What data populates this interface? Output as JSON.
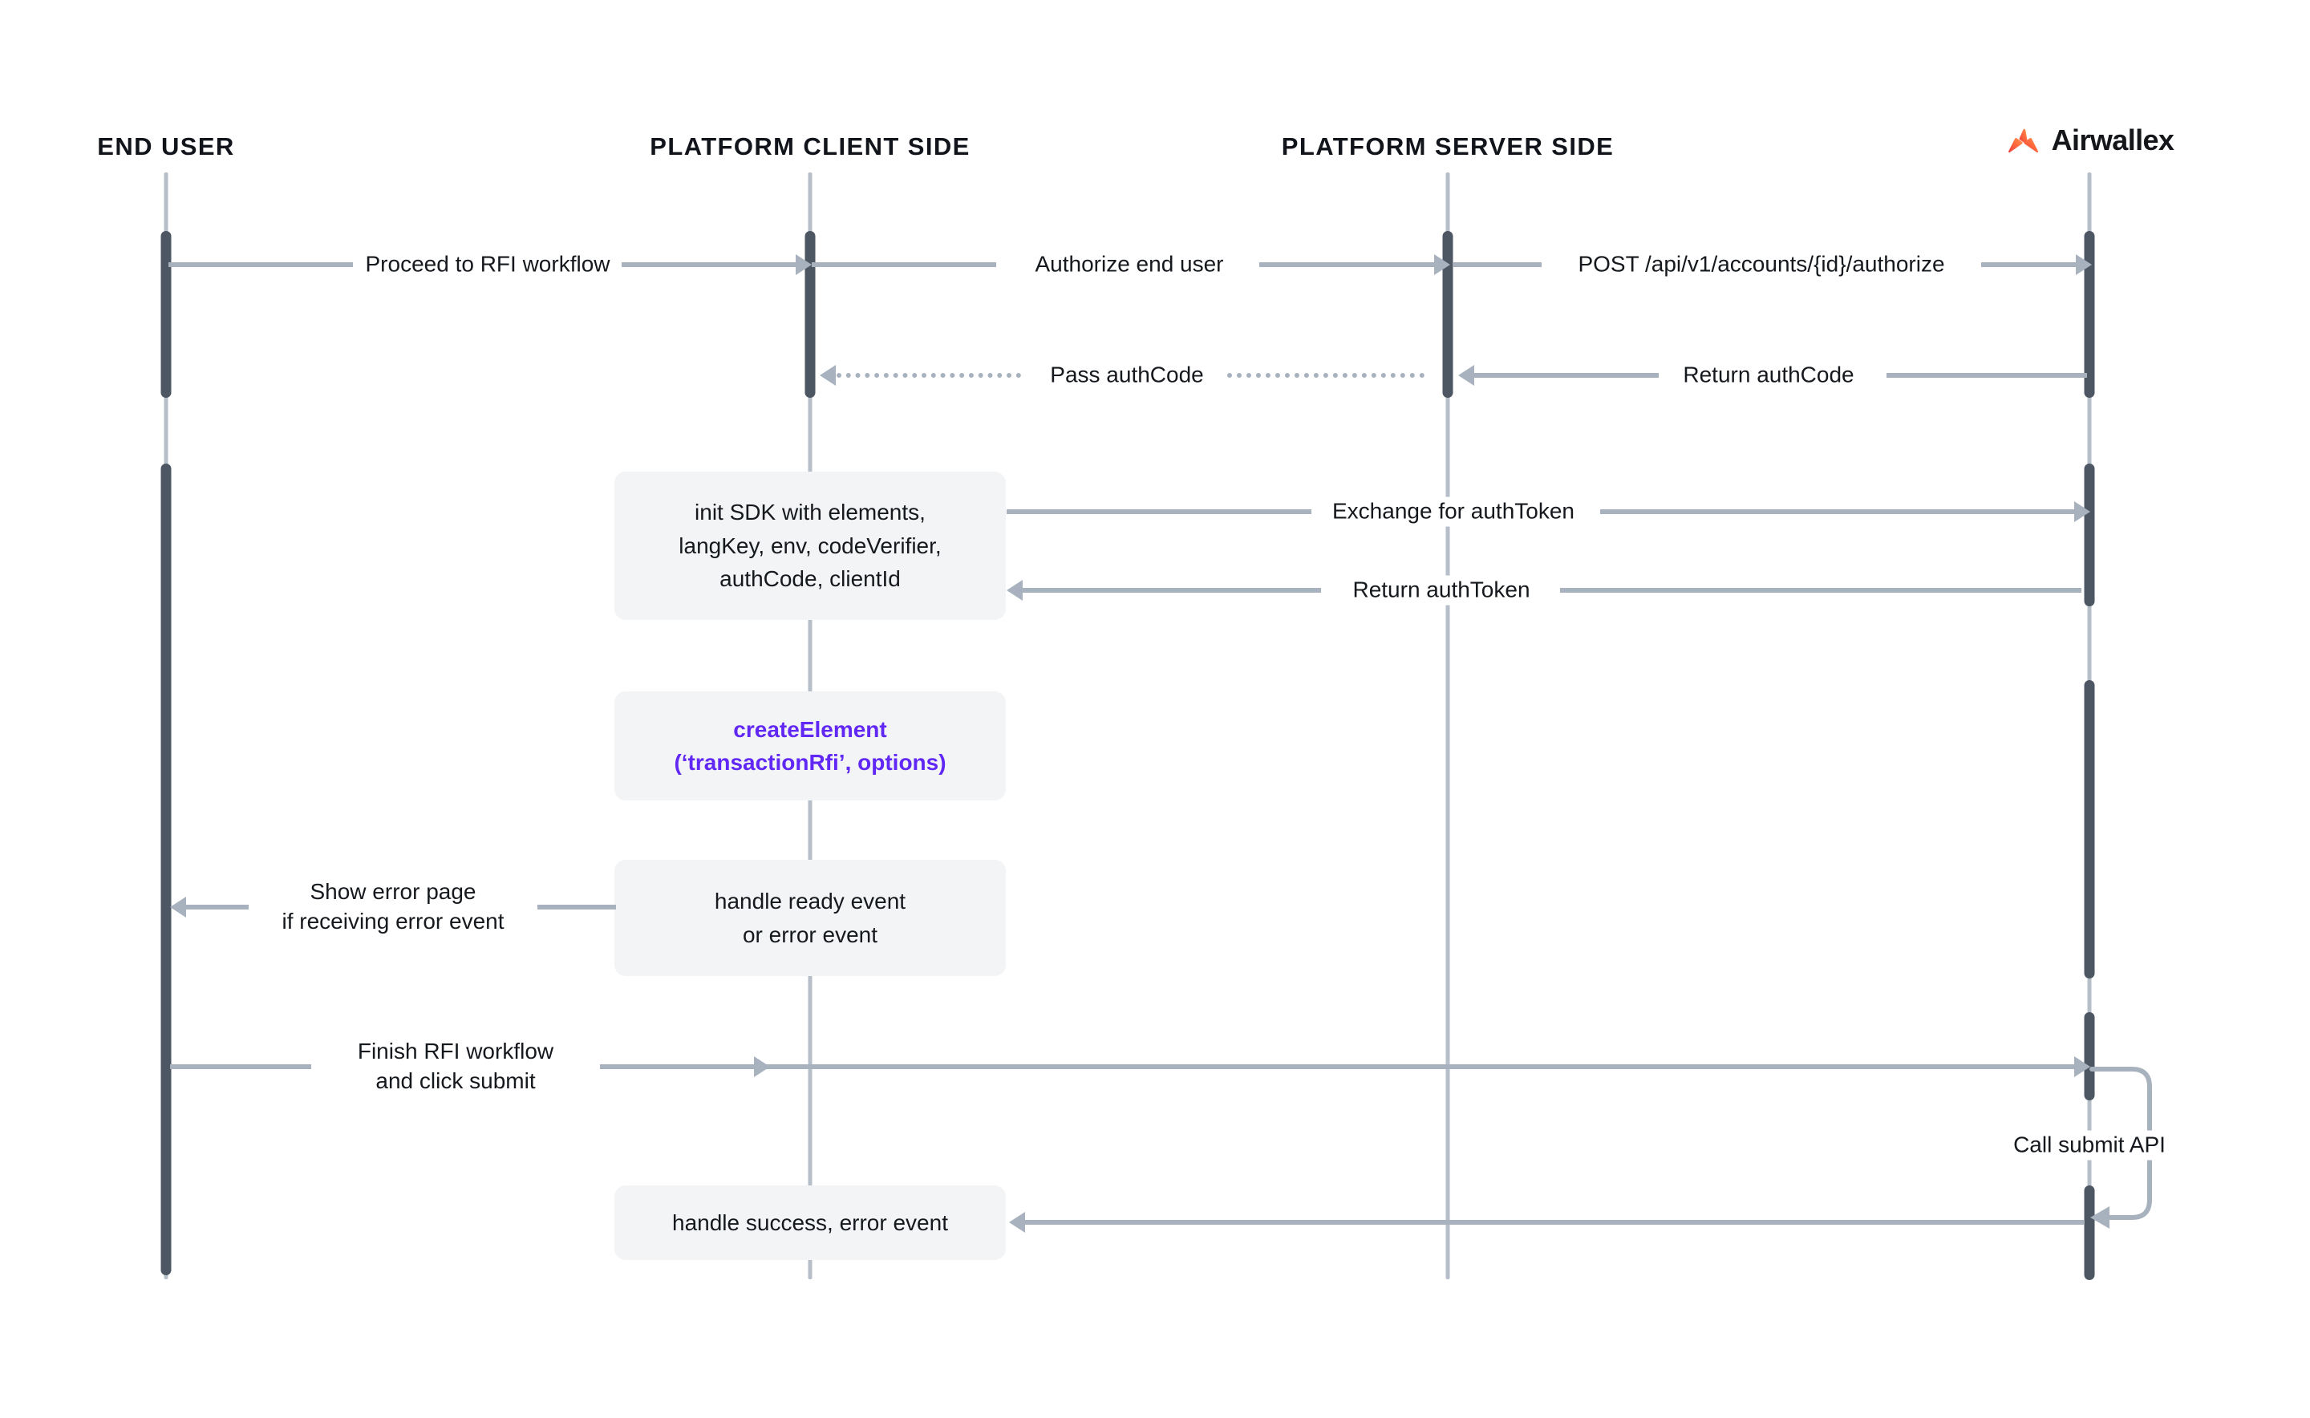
{
  "diagram": {
    "title": "Airwallex transaction RFI embedded workflow sequence diagram",
    "brand": {
      "name": "Airwallex",
      "logo_icon": "airwallex-logo-icon",
      "accent_color": "#FF5733"
    },
    "colors": {
      "lifeline": "#b6bfc9",
      "activation": "#4d5663",
      "arrow": "#a8b2be",
      "note_bg": "#f3f4f6",
      "accent_purple": "#6127f4",
      "text": "#15181d"
    },
    "lanes": [
      {
        "id": "end-user",
        "label": "END USER"
      },
      {
        "id": "platform-client",
        "label": "PLATFORM CLIENT SIDE"
      },
      {
        "id": "platform-server",
        "label": "PLATFORM SERVER SIDE"
      },
      {
        "id": "airwallex",
        "label": "Airwallex"
      }
    ],
    "messages": [
      {
        "id": "m1",
        "label": "Proceed to RFI workflow",
        "from": "end-user",
        "to": "platform-client",
        "style": "solid",
        "direction": "right"
      },
      {
        "id": "m2",
        "label": "Authorize end user",
        "from": "platform-client",
        "to": "platform-server",
        "style": "solid",
        "direction": "right"
      },
      {
        "id": "m3",
        "label": "POST /api/v1/accounts/{id}/authorize",
        "from": "platform-server",
        "to": "airwallex",
        "style": "solid",
        "direction": "right"
      },
      {
        "id": "m4",
        "label": "Pass authCode",
        "from": "platform-server",
        "to": "platform-client",
        "style": "dotted",
        "direction": "left"
      },
      {
        "id": "m5",
        "label": "Return authCode",
        "from": "airwallex",
        "to": "platform-server",
        "style": "solid",
        "direction": "left"
      },
      {
        "id": "m6",
        "label": "Exchange for authToken",
        "from": "platform-client",
        "to": "airwallex",
        "style": "solid",
        "direction": "right"
      },
      {
        "id": "m7",
        "label": "Return authToken",
        "from": "airwallex",
        "to": "platform-client",
        "style": "solid",
        "direction": "left"
      },
      {
        "id": "m8",
        "label": "Show error page\nif receiving error event",
        "from": "platform-client",
        "to": "end-user",
        "style": "solid",
        "direction": "left"
      },
      {
        "id": "m9",
        "label": "Finish RFI workflow\nand click submit",
        "from": "end-user",
        "to": "airwallex",
        "style": "solid",
        "direction": "right"
      },
      {
        "id": "m10",
        "label": "Call submit API",
        "from": "airwallex",
        "to": "airwallex",
        "style": "self",
        "direction": "loop"
      },
      {
        "id": "m11",
        "label": "",
        "from": "airwallex",
        "to": "platform-client",
        "style": "solid",
        "direction": "left"
      }
    ],
    "message_labels": {
      "m1": "Proceed to RFI workflow",
      "m2": "Authorize end user",
      "m3": "POST /api/v1/accounts/{id}/authorize",
      "m4": "Pass authCode",
      "m5": "Return authCode",
      "m6": "Exchange for authToken",
      "m7": "Return authToken",
      "m8_line1": "Show error page",
      "m8_line2": "if receiving error event",
      "m9_line1": "Finish RFI workflow",
      "m9_line2": "and click submit",
      "m10": "Call submit API"
    },
    "notes": [
      {
        "id": "note-init-sdk",
        "lane": "platform-client",
        "accent": false,
        "lines": [
          "init SDK with elements,",
          "langKey, env, codeVerifier,",
          "authCode, clientId"
        ]
      },
      {
        "id": "note-create-element",
        "lane": "platform-client",
        "accent": true,
        "lines": [
          "createElement",
          "(‘transactionRfi’, options)"
        ]
      },
      {
        "id": "note-handle-ready",
        "lane": "platform-client",
        "accent": false,
        "lines": [
          "handle ready event",
          "or error event"
        ]
      },
      {
        "id": "note-handle-success",
        "lane": "platform-client",
        "accent": false,
        "lines": [
          "handle success, error event"
        ]
      }
    ],
    "note_text": {
      "init_sdk_l1": "init SDK with elements,",
      "init_sdk_l2": "langKey, env, codeVerifier,",
      "init_sdk_l3": "authCode, clientId",
      "create_element_l1": "createElement",
      "create_element_l2": "(‘transactionRfi’, options)",
      "handle_ready_l1": "handle ready event",
      "handle_ready_l2": "or error event",
      "handle_success_l1": "handle success, error event"
    }
  }
}
